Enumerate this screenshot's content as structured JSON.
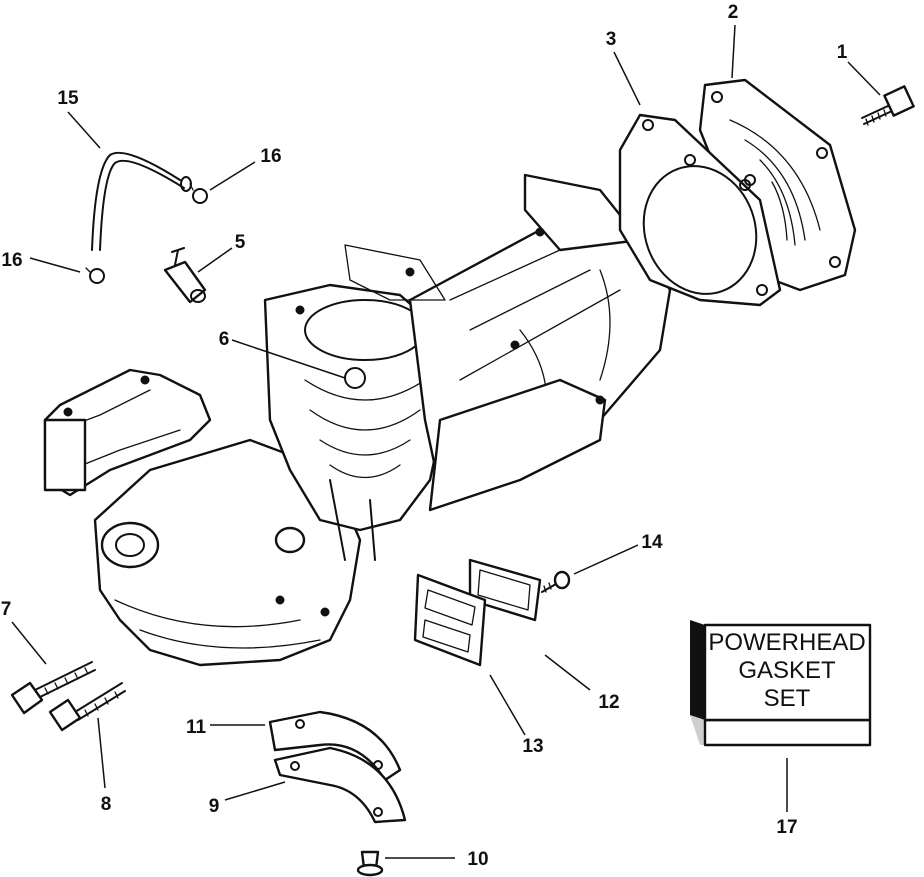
{
  "callouts": [
    {
      "id": "c1",
      "label": "1"
    },
    {
      "id": "c2",
      "label": "2"
    },
    {
      "id": "c3",
      "label": "3"
    },
    {
      "id": "c5",
      "label": "5"
    },
    {
      "id": "c6",
      "label": "6"
    },
    {
      "id": "c7",
      "label": "7"
    },
    {
      "id": "c8",
      "label": "8"
    },
    {
      "id": "c9",
      "label": "9"
    },
    {
      "id": "c10",
      "label": "10"
    },
    {
      "id": "c11",
      "label": "11"
    },
    {
      "id": "c12",
      "label": "12"
    },
    {
      "id": "c13",
      "label": "13"
    },
    {
      "id": "c14",
      "label": "14"
    },
    {
      "id": "c15",
      "label": "15"
    },
    {
      "id": "c16a",
      "label": "16"
    },
    {
      "id": "c16b",
      "label": "16"
    },
    {
      "id": "c17",
      "label": "17"
    }
  ],
  "gasket_kit": {
    "line1": "POWERHEAD",
    "line2": "GASKET",
    "line3": "SET"
  }
}
